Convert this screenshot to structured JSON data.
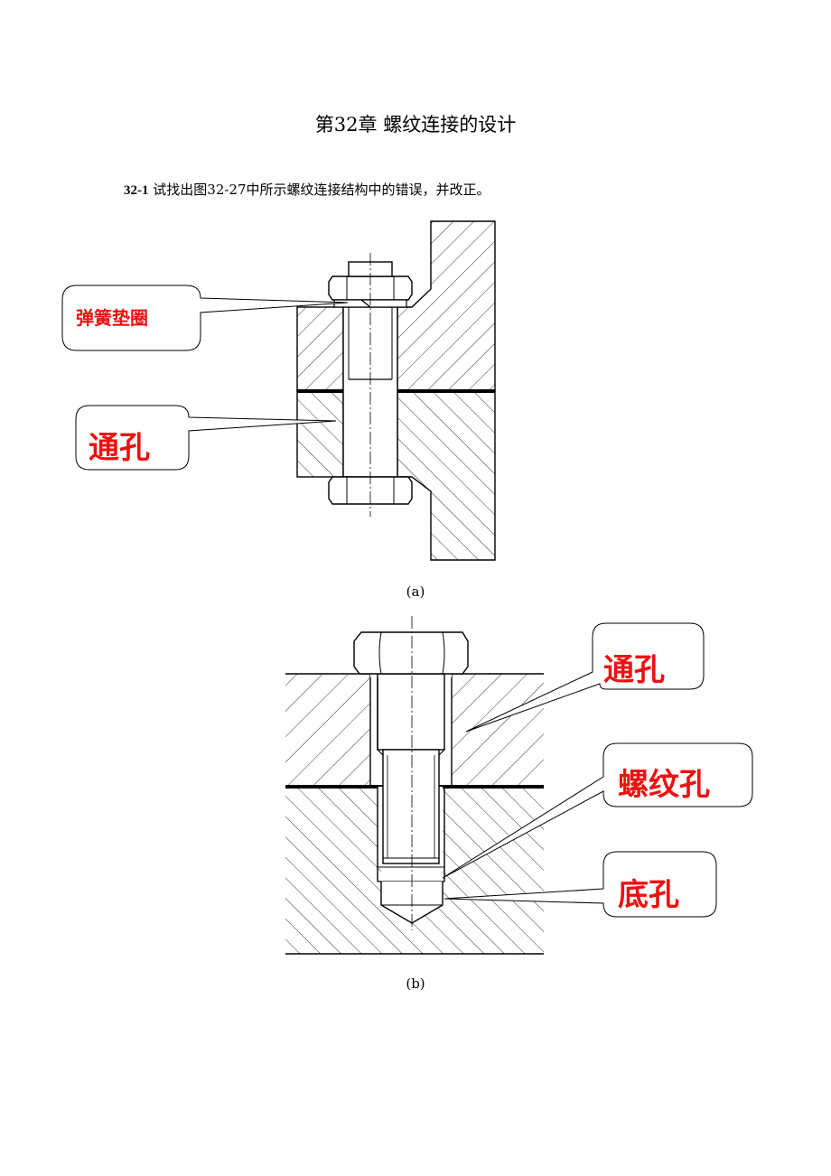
{
  "document": {
    "chapter_title": "第32章 螺纹连接的设计",
    "question_number": "32-1",
    "question_text": "试找出图32-27中所示螺纹连接结构中的错误，并改正。"
  },
  "figure_a": {
    "caption": "(a)",
    "labels": {
      "spring_washer": "弹簧垫圈",
      "through_hole": "通孔"
    }
  },
  "figure_b": {
    "caption": "(b)",
    "labels": {
      "through_hole": "通孔",
      "threaded_hole": "螺纹孔",
      "pilot_hole": "底孔"
    }
  },
  "colors": {
    "label": "#ee1111",
    "line": "#000000"
  }
}
